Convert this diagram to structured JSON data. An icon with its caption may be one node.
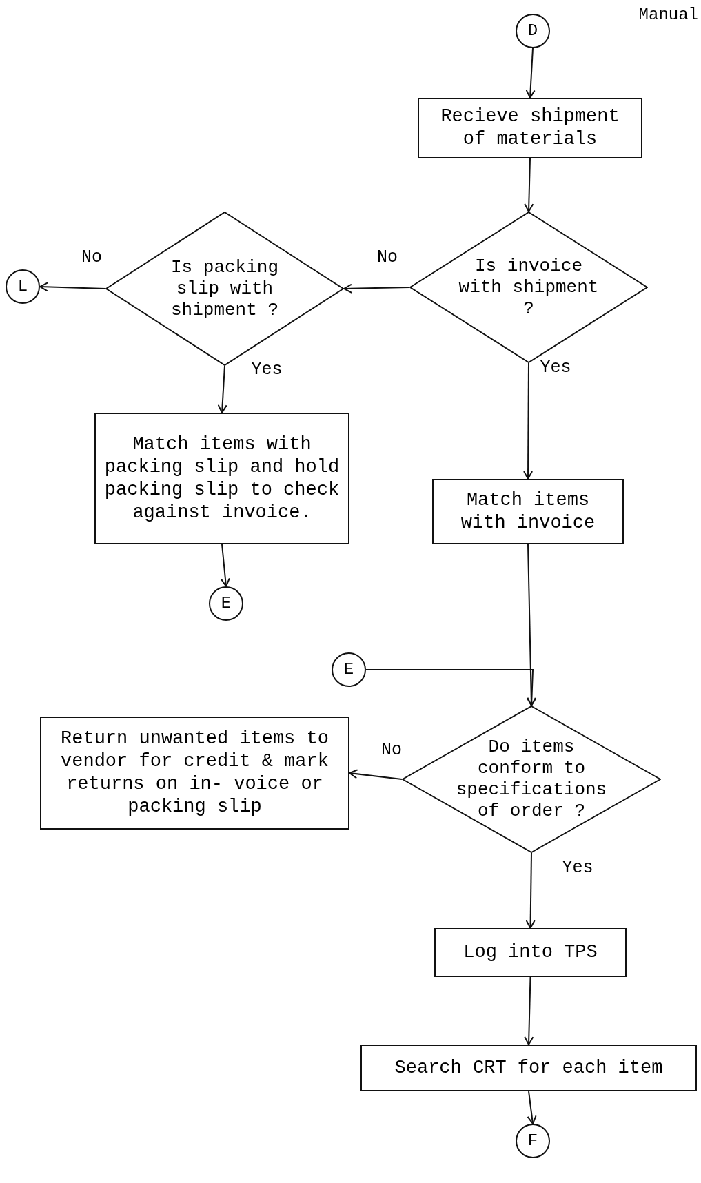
{
  "diagram": {
    "nodes": [
      {
        "text": [
          "D"
        ]
      },
      {
        "text": [
          "Recieve shipment of materials"
        ]
      },
      {
        "text": [
          "Is invoice with shipment ?"
        ]
      },
      {
        "text": [
          "Is packing slip with shipment ?"
        ]
      },
      {
        "text": [
          "L"
        ]
      },
      {
        "text": [
          "Match items with packing slip and hold packing slip to check against invoice."
        ]
      },
      {
        "text": [
          "E"
        ]
      },
      {
        "text": [
          "Match items with invoice"
        ]
      },
      {
        "text": [
          "E"
        ]
      },
      {
        "text": [
          "Do items conform to specifications of order ?"
        ]
      },
      {
        "text": [
          "Return unwanted items to vendor for credit & mark returns on in- voice or packing slip"
        ]
      },
      {
        "text": [
          "Log into TPS"
        ]
      },
      {
        "text": [
          "Search CRT for each item"
        ]
      },
      {
        "text": [
          "F"
        ]
      }
    ],
    "edges": [
      {
        "from": 0,
        "to": 1,
        "arrow": "to"
      },
      {
        "from": 1,
        "to": 2,
        "arrow": "to"
      },
      {
        "from": 2,
        "to": 3,
        "arrow": "to",
        "label": "No"
      },
      {
        "from": 3,
        "to": 4,
        "arrow": "to",
        "label": "No"
      },
      {
        "from": 3,
        "to": 5,
        "arrow": "to",
        "label": "Yes"
      },
      {
        "from": 5,
        "to": 6,
        "arrow": "to"
      },
      {
        "from": 2,
        "to": 7,
        "arrow": "to",
        "label": "Yes"
      },
      {
        "from": 7,
        "to": 9,
        "arrow": "to"
      },
      {
        "from": 8,
        "to": 9,
        "arrow": "to"
      },
      {
        "from": 9,
        "to": 10,
        "arrow": "to",
        "label": "No"
      },
      {
        "from": 9,
        "to": 11,
        "arrow": "to",
        "label": "Yes"
      },
      {
        "from": 11,
        "to": 12,
        "arrow": "to"
      },
      {
        "from": 12,
        "to": 13,
        "arrow": "to"
      }
    ],
    "labels": [
      "Manual"
    ]
  }
}
